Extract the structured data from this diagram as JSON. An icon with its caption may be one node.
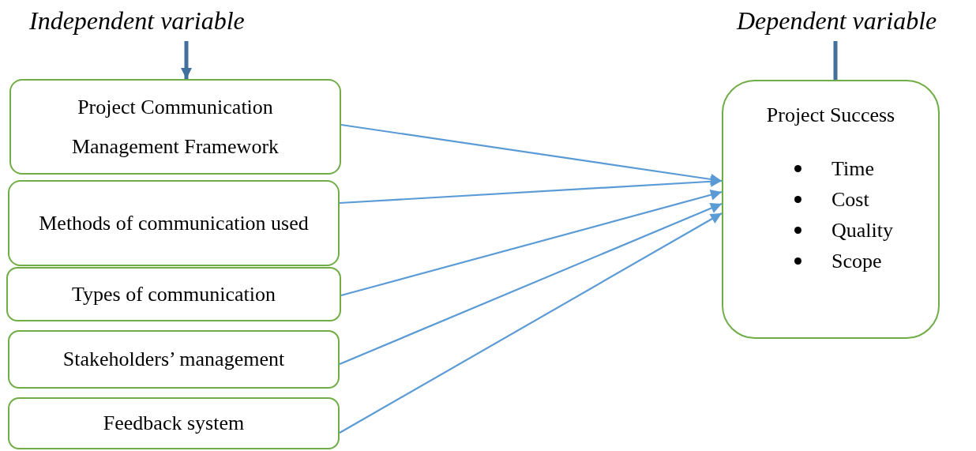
{
  "diagram": {
    "nodes": [
      {
        "text": [
          "Independent variable"
        ]
      },
      {
        "text": [
          "Project Communication Management Framework"
        ]
      },
      {
        "text": [
          "Methods of communication used"
        ]
      },
      {
        "text": [
          "Types of communication"
        ]
      },
      {
        "text": [
          "Stakeholders’ management"
        ]
      },
      {
        "text": [
          "Feedback system"
        ]
      },
      {
        "text": [
          "Dependent variable"
        ]
      },
      {
        "text": [
          "Project Success",
          "Time",
          "Cost",
          "Quality",
          "Scope"
        ]
      }
    ],
    "edges": [
      {
        "from": 0,
        "to": 1,
        "arrow": "to",
        "style": "thick",
        "color": "#41719c"
      },
      {
        "from": 6,
        "to": 7,
        "arrow": "none",
        "style": "thick",
        "color": "#41719c"
      },
      {
        "from": 1,
        "to": 7,
        "arrow": "to"
      },
      {
        "from": 2,
        "to": 7,
        "arrow": "to"
      },
      {
        "from": 3,
        "to": 7,
        "arrow": "to"
      },
      {
        "from": 4,
        "to": 7,
        "arrow": "to"
      },
      {
        "from": 5,
        "to": 7,
        "arrow": "to"
      }
    ]
  }
}
